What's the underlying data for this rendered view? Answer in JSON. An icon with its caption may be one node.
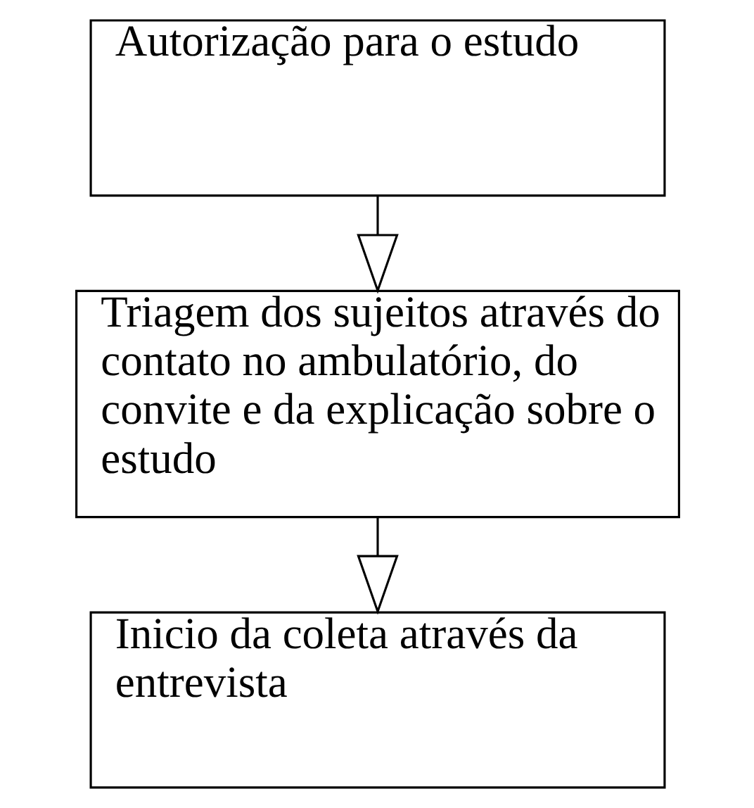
{
  "diagram": {
    "nodes": [
      {
        "text": [
          "Autorização para o estudo"
        ]
      },
      {
        "text": [
          "Triagem dos sujeitos através do contato no ambulatório, do convite e da explicação sobre o estudo"
        ]
      },
      {
        "text": [
          "Inicio da coleta através da entrevista"
        ]
      }
    ],
    "edges": [
      {
        "from": 0,
        "to": 1,
        "arrow": "to"
      },
      {
        "from": 1,
        "to": 2,
        "arrow": "to"
      }
    ]
  }
}
